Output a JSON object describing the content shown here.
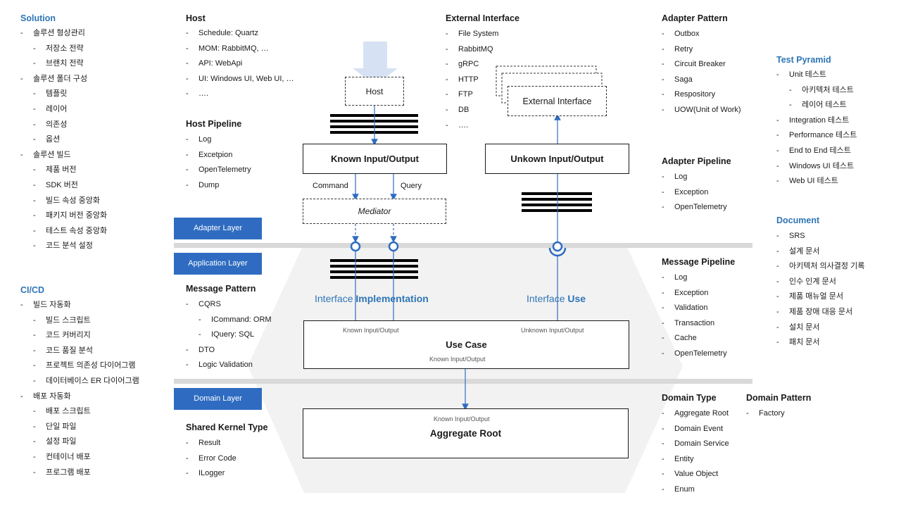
{
  "solution": {
    "title": "Solution",
    "items": [
      {
        "level": 0,
        "text": "솔루션 형상관리"
      },
      {
        "level": 1,
        "text": "저장소 전략"
      },
      {
        "level": 1,
        "text": "브랜치 전략"
      },
      {
        "level": 0,
        "text": "솔루션 폴더 구성"
      },
      {
        "level": 1,
        "text": "템플릿"
      },
      {
        "level": 1,
        "text": "레이어"
      },
      {
        "level": 1,
        "text": "의존성"
      },
      {
        "level": 1,
        "text": "옵션"
      },
      {
        "level": 0,
        "text": "솔루션 빌드"
      },
      {
        "level": 1,
        "text": "제품 버전"
      },
      {
        "level": 1,
        "text": "SDK 버전"
      },
      {
        "level": 1,
        "text": "빌드 속성 중앙화"
      },
      {
        "level": 1,
        "text": "패키지 버전 중앙화"
      },
      {
        "level": 1,
        "text": "테스트 속성 중앙화"
      },
      {
        "level": 1,
        "text": "코드 분석 설정"
      }
    ]
  },
  "cicd": {
    "title": "CI/CD",
    "items": [
      {
        "level": 0,
        "text": "빌드 자동화"
      },
      {
        "level": 1,
        "text": "빌드 스크립트"
      },
      {
        "level": 1,
        "text": "코드 커버리지"
      },
      {
        "level": 1,
        "text": "코드 품질 분석"
      },
      {
        "level": 1,
        "text": "프로젝트 의존성 다이어그램"
      },
      {
        "level": 1,
        "text": "데이터베이스 ER 다이어그램"
      },
      {
        "level": 0,
        "text": "배포 자동화"
      },
      {
        "level": 1,
        "text": "배포 스크립트"
      },
      {
        "level": 1,
        "text": "단일 파일"
      },
      {
        "level": 1,
        "text": "설정 파일"
      },
      {
        "level": 1,
        "text": "컨테이너 배포"
      },
      {
        "level": 1,
        "text": "프로그램 배포"
      }
    ]
  },
  "host": {
    "title": "Host",
    "items": [
      {
        "level": 0,
        "text": "Schedule: Quartz"
      },
      {
        "level": 0,
        "text": "MOM: RabbitMQ, …"
      },
      {
        "level": 0,
        "text": "API: WebApi"
      },
      {
        "level": 0,
        "text": "UI: Windows UI, Web UI, …"
      },
      {
        "level": 0,
        "text": "…."
      }
    ]
  },
  "host_pipeline": {
    "title": "Host Pipeline",
    "items": [
      {
        "level": 0,
        "text": "Log"
      },
      {
        "level": 0,
        "text": "Excetpion"
      },
      {
        "level": 0,
        "text": "OpenTelemetry"
      },
      {
        "level": 0,
        "text": "Dump"
      }
    ]
  },
  "message_pattern": {
    "title": "Message Pattern",
    "items": [
      {
        "level": 0,
        "text": "CQRS"
      },
      {
        "level": 1,
        "text": "ICommand: ORM"
      },
      {
        "level": 1,
        "text": "IQuery: SQL"
      },
      {
        "level": 0,
        "text": "DTO"
      },
      {
        "level": 0,
        "text": "Logic Validation"
      }
    ]
  },
  "shared_kernel": {
    "title": "Shared Kernel Type",
    "items": [
      {
        "level": 0,
        "text": "Result"
      },
      {
        "level": 0,
        "text": "Error Code"
      },
      {
        "level": 0,
        "text": "ILogger"
      }
    ]
  },
  "external_interface": {
    "title": "External Interface",
    "items": [
      {
        "level": 0,
        "text": "File System"
      },
      {
        "level": 0,
        "text": "RabbitMQ"
      },
      {
        "level": 0,
        "text": "gRPC"
      },
      {
        "level": 0,
        "text": "HTTP"
      },
      {
        "level": 0,
        "text": "FTP"
      },
      {
        "level": 0,
        "text": "DB"
      },
      {
        "level": 0,
        "text": "…."
      }
    ]
  },
  "adapter_pattern": {
    "title": "Adapter Pattern",
    "items": [
      {
        "level": 0,
        "text": "Outbox"
      },
      {
        "level": 0,
        "text": "Retry"
      },
      {
        "level": 0,
        "text": "Circuit Breaker"
      },
      {
        "level": 0,
        "text": "Saga"
      },
      {
        "level": 0,
        "text": "Respository"
      },
      {
        "level": 0,
        "text": "UOW(Unit of Work)"
      }
    ]
  },
  "adapter_pipeline": {
    "title": "Adapter Pipeline",
    "items": [
      {
        "level": 0,
        "text": "Log"
      },
      {
        "level": 0,
        "text": "Exception"
      },
      {
        "level": 0,
        "text": "OpenTelemetry"
      }
    ]
  },
  "message_pipeline": {
    "title": "Message Pipeline",
    "items": [
      {
        "level": 0,
        "text": "Log"
      },
      {
        "level": 0,
        "text": "Exception"
      },
      {
        "level": 0,
        "text": "Validation"
      },
      {
        "level": 0,
        "text": "Transaction"
      },
      {
        "level": 0,
        "text": "Cache"
      },
      {
        "level": 0,
        "text": "OpenTelemetry"
      }
    ]
  },
  "domain_type": {
    "title": "Domain Type",
    "items": [
      {
        "level": 0,
        "text": "Aggregate Root"
      },
      {
        "level": 0,
        "text": "Domain Event"
      },
      {
        "level": 0,
        "text": "Domain Service"
      },
      {
        "level": 0,
        "text": "Entity"
      },
      {
        "level": 0,
        "text": "Value Object"
      },
      {
        "level": 0,
        "text": "Enum"
      }
    ]
  },
  "domain_pattern": {
    "title": "Domain Pattern",
    "items": [
      {
        "level": 0,
        "text": "Factory"
      }
    ]
  },
  "test_pyramid": {
    "title": "Test Pyramid",
    "items": [
      {
        "level": 0,
        "text": "Unit 테스트"
      },
      {
        "level": 1,
        "text": "아키텍처 테스트"
      },
      {
        "level": 1,
        "text": "레이어 테스트"
      },
      {
        "level": 0,
        "text": "Integration 테스트"
      },
      {
        "level": 0,
        "text": "Performance 테스트"
      },
      {
        "level": 0,
        "text": "End to End 테스트"
      },
      {
        "level": 0,
        "text": "Windows UI 테스트"
      },
      {
        "level": 0,
        "text": "Web UI 테스트"
      }
    ]
  },
  "document": {
    "title": "Document",
    "items": [
      {
        "level": 0,
        "text": "SRS"
      },
      {
        "level": 0,
        "text": "설계 문서"
      },
      {
        "level": 0,
        "text": "아키텍처 의사결정 기록"
      },
      {
        "level": 0,
        "text": "인수 인계 문서"
      },
      {
        "level": 0,
        "text": "제품 매뉴얼 문서"
      },
      {
        "level": 0,
        "text": "제품 장애 대응 문서"
      },
      {
        "level": 0,
        "text": "설치 문서"
      },
      {
        "level": 0,
        "text": "패치 문서"
      }
    ]
  },
  "diagram": {
    "layers": {
      "adapter": "Adapter Layer",
      "application": "Application Layer",
      "domain": "Domain Layer"
    },
    "host_box": "Host",
    "known_io_box": "Known Input/Output",
    "unknown_io_box": "Unkown Input/Output",
    "external_box": "External Interface",
    "command_label": "Command",
    "query_label": "Query",
    "mediator": "Mediator",
    "iface_impl_prefix": "Interface ",
    "iface_impl_bold": "Implementation",
    "iface_use_prefix": "Interface ",
    "iface_use_bold": "Use",
    "usecase": {
      "title": "Use Case",
      "left_label": "Known Input/Output",
      "right_label": "Unknown Input/Output",
      "bottom_label": "Known Input/Output"
    },
    "aggregate": {
      "title": "Aggregate Root",
      "top_label": "Known Input/Output"
    },
    "colors": {
      "accent_blue": "#2f6cc1",
      "link_blue": "#2e75b6",
      "host_arrow": "#d6e2f4",
      "hexagon_fill": "#f2f2f2",
      "separator": "#d9d9d9"
    }
  }
}
